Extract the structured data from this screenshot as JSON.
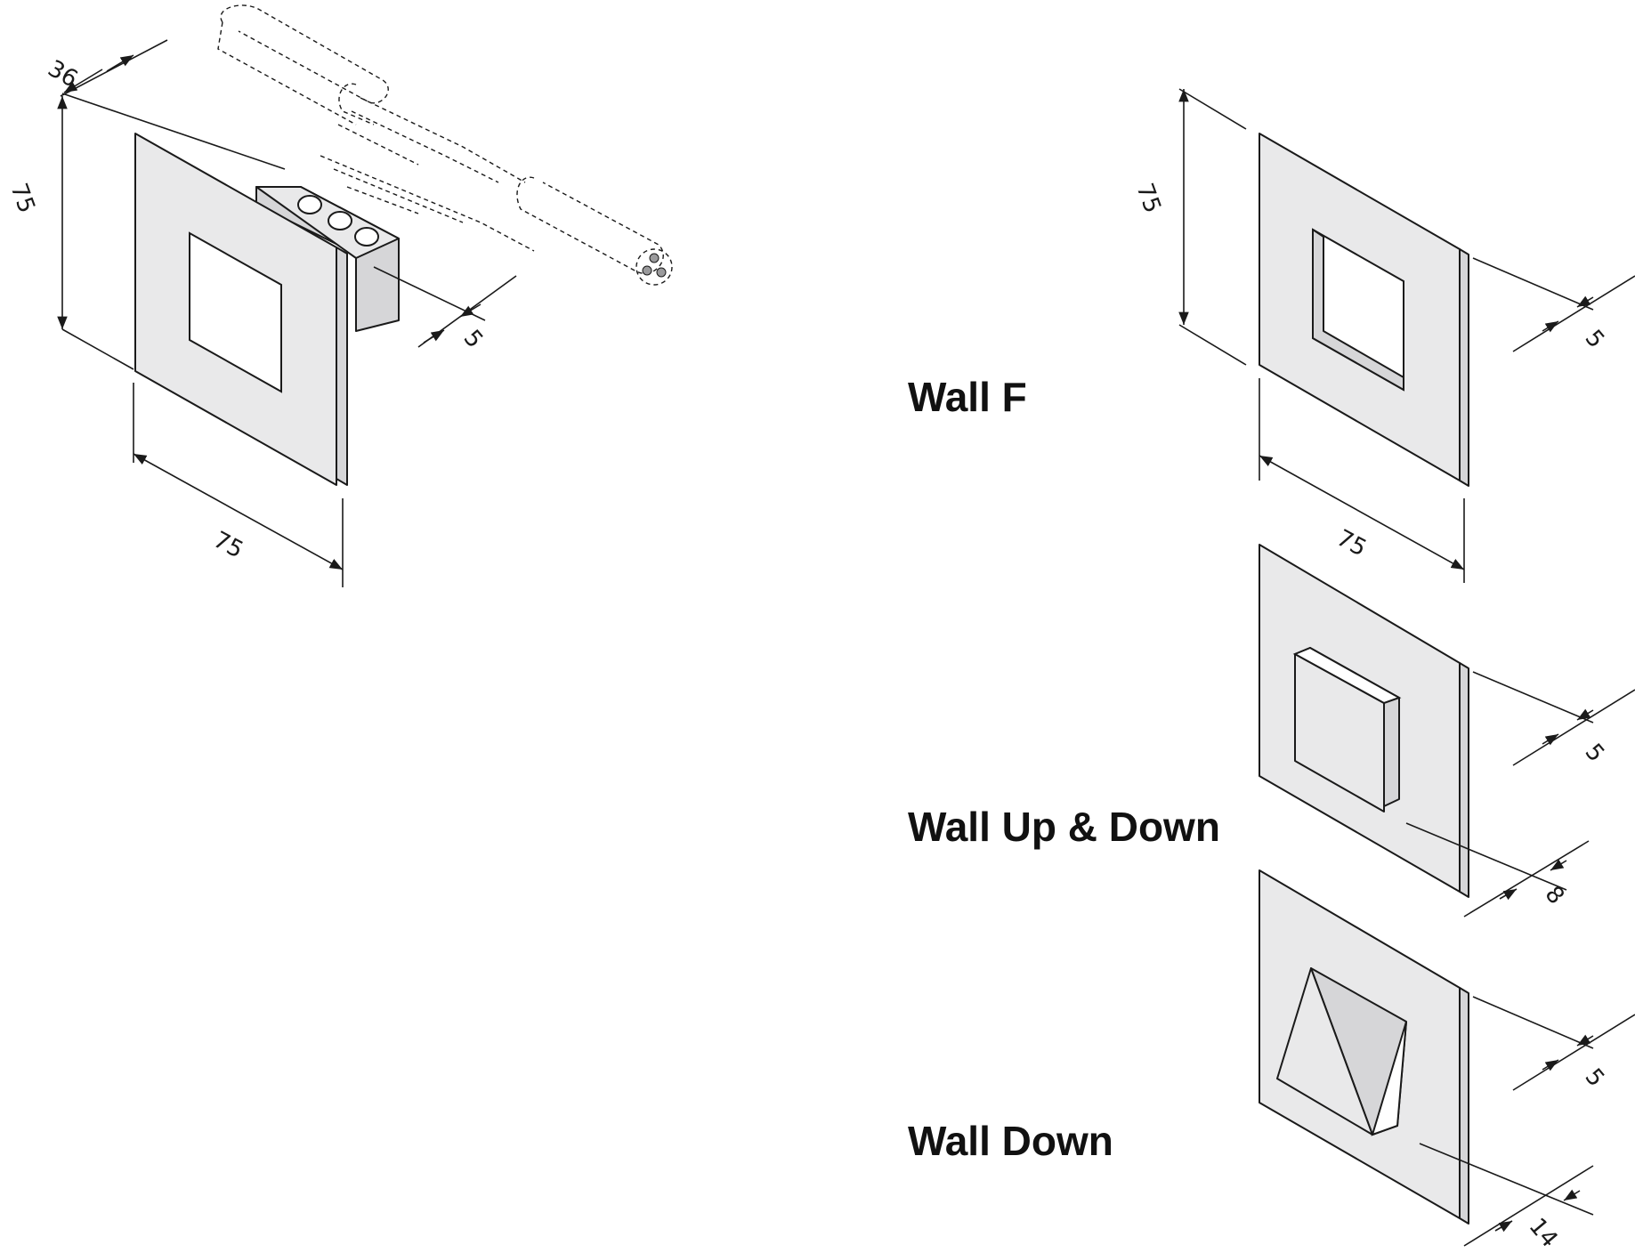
{
  "main_drawing": {
    "dimensions": {
      "depth": "36",
      "height": "75",
      "width": "75",
      "plate_thickness": "5"
    }
  },
  "variants": [
    {
      "label": "Wall F",
      "dimensions": {
        "height": "75",
        "width": "75",
        "plate_thickness": "5"
      }
    },
    {
      "label": "Wall Up & Down",
      "dimensions": {
        "plate_thickness": "5",
        "projection": "8"
      }
    },
    {
      "label": "Wall Down",
      "dimensions": {
        "plate_thickness": "5",
        "projection": "14"
      }
    }
  ]
}
